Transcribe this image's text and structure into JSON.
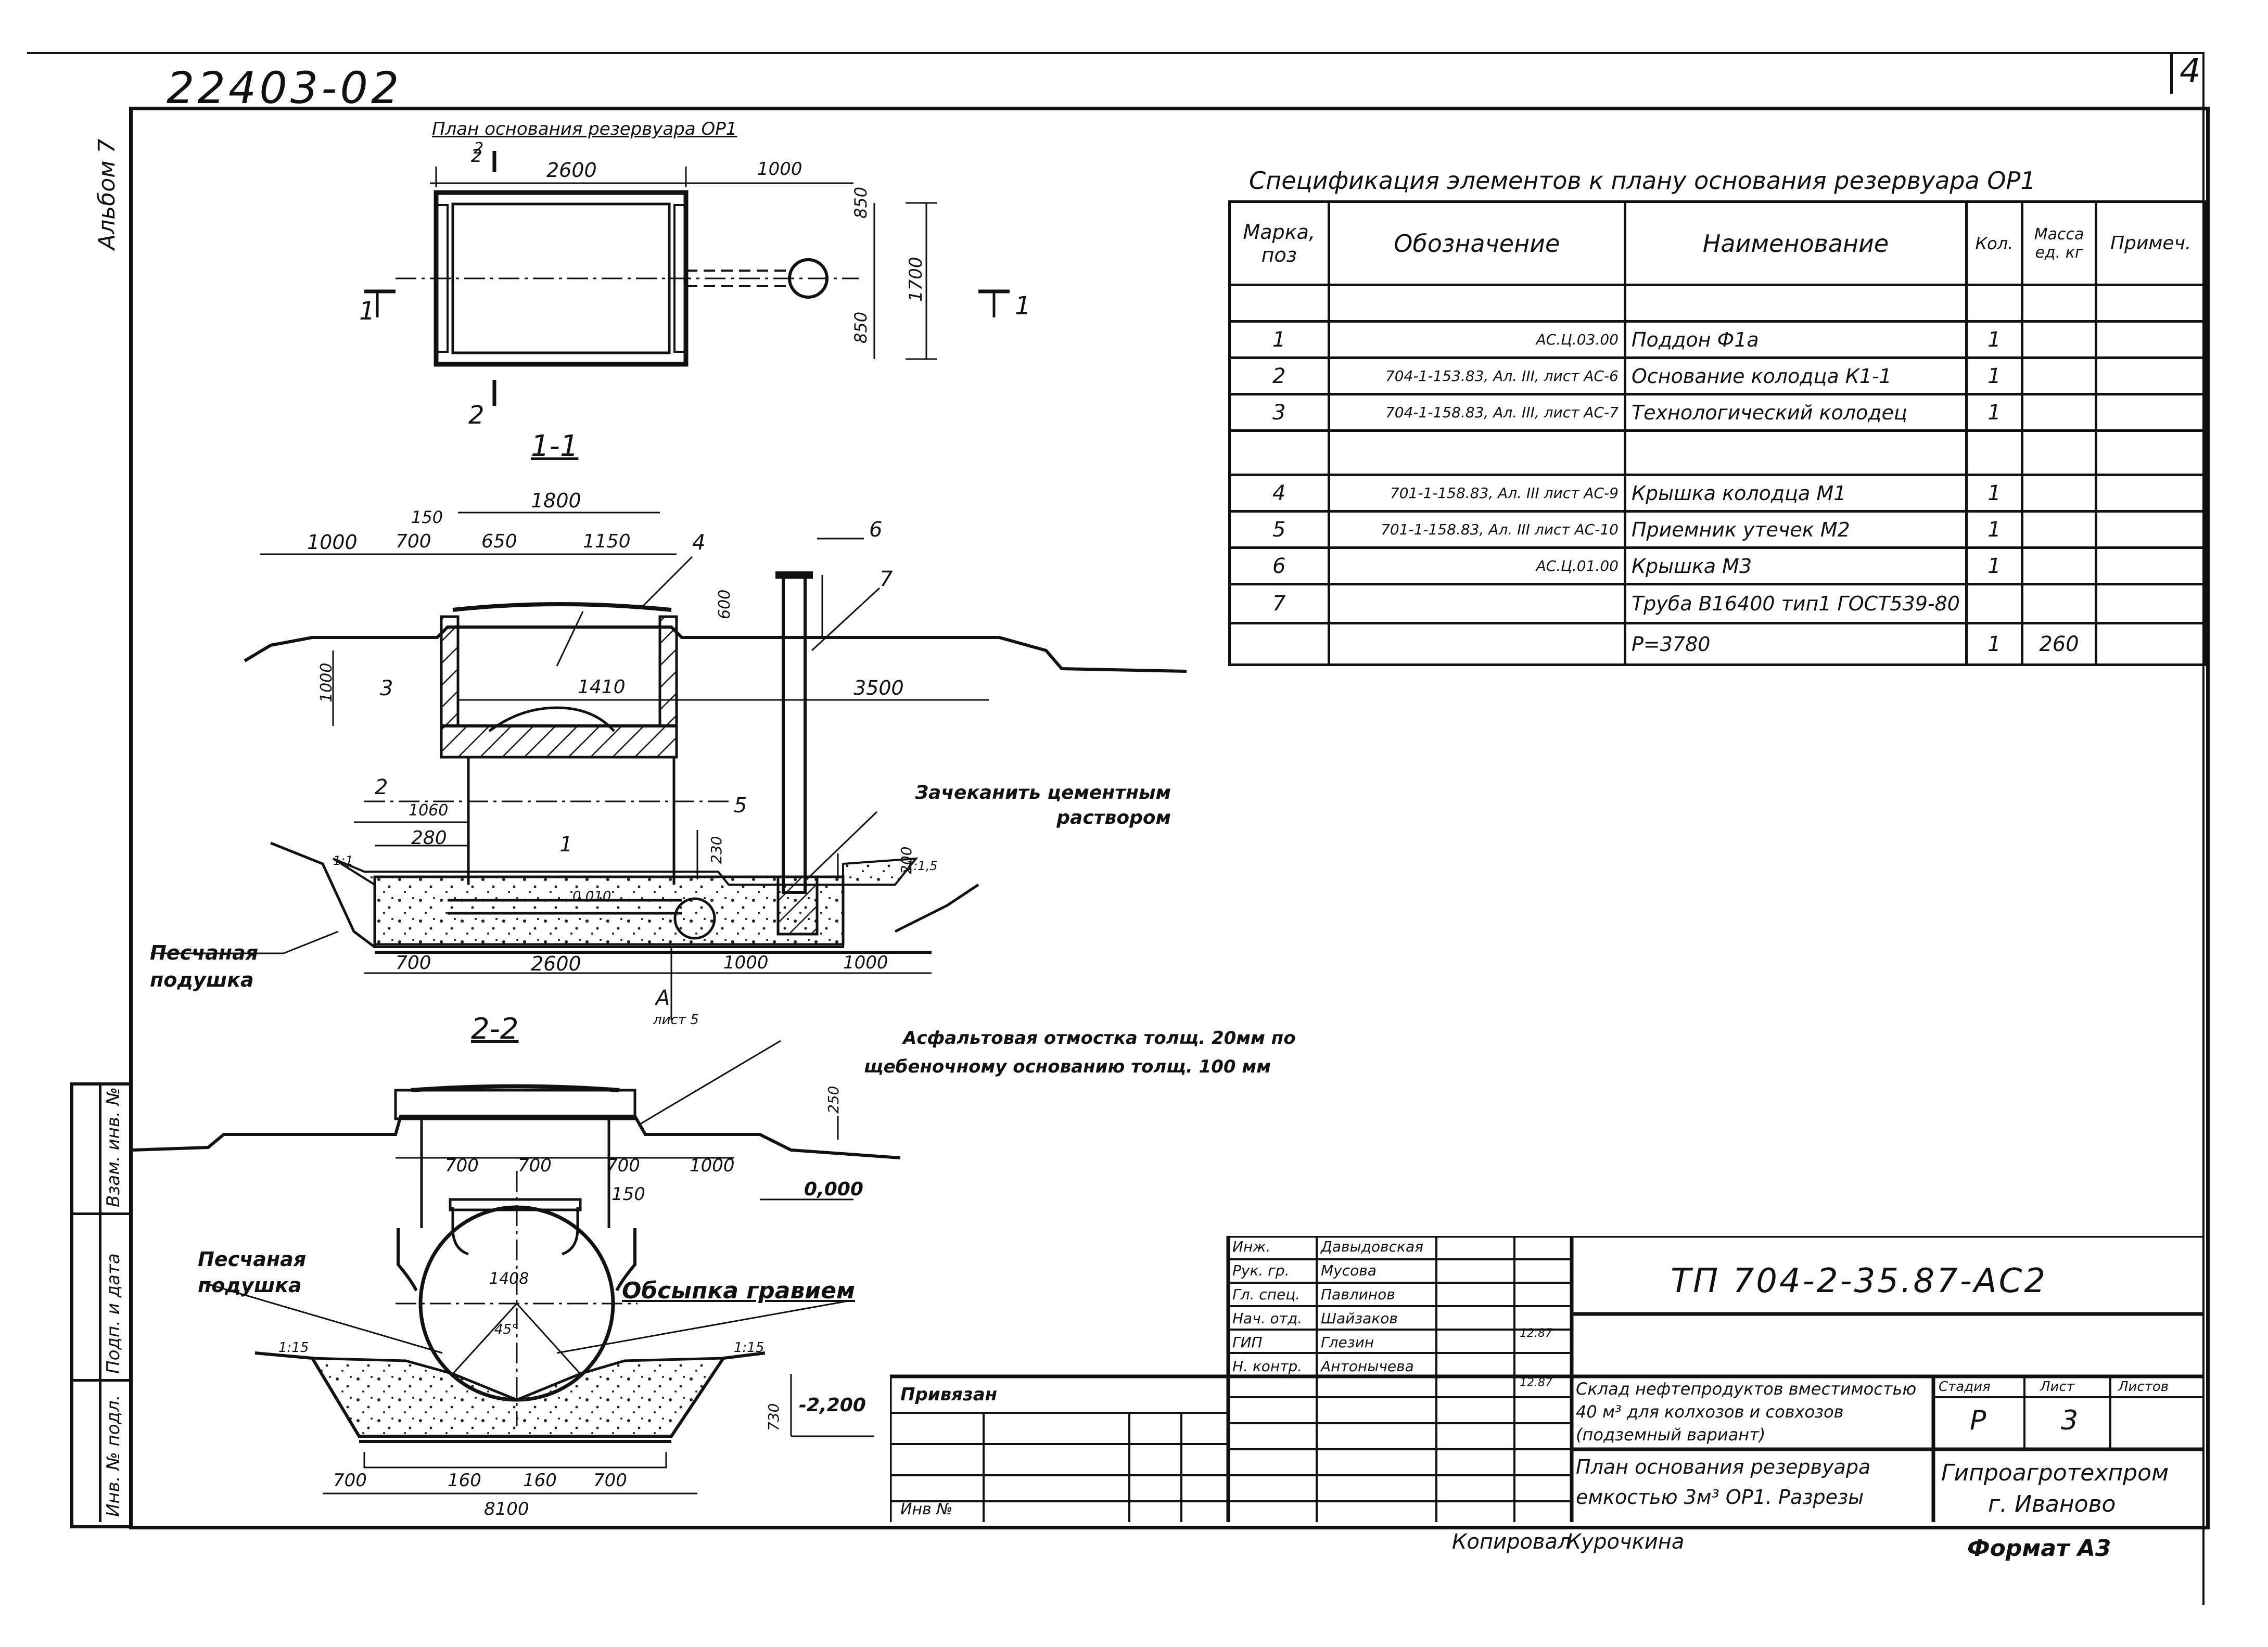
{
  "sheet": {
    "top_number": "22403-02",
    "page_corner": "4",
    "album_label": "Альбом 7"
  },
  "plan": {
    "title": "План основания резервуара ОР1",
    "dims": {
      "d2600": "2600",
      "d1000": "1000",
      "d850a": "850",
      "d850b": "850",
      "d1700": "1700",
      "mark2": "2"
    },
    "section_marks": {
      "left": "1",
      "right": "1",
      "top": "2",
      "bottom": "2"
    }
  },
  "section11": {
    "title": "1-1",
    "dims": {
      "d1800": "1800",
      "d150": "150",
      "d700": "700",
      "d1000": "1000",
      "d650": "650",
      "d1150": "1150",
      "d600": "600",
      "d1000v": "1000",
      "d1410": "1410",
      "d3500": "3500",
      "d1060": "1060",
      "d280": "280",
      "d230": "230",
      "d200": "200",
      "d700b": "700",
      "d2600": "2600",
      "d1000b": "1000",
      "d1000c": "1000",
      "slope_left": "1:1",
      "slope_right": "1:1,5",
      "level": "0.010"
    },
    "callouts": {
      "c1": "1",
      "c2": "2",
      "c3": "3",
      "c4": "4",
      "c5": "5",
      "c6": "6",
      "c7": "7"
    },
    "notes": {
      "cement": "Зачеканить цементным раствором",
      "sand": "Песчаная подушка",
      "node": "А",
      "node_sheet": "лист 5"
    }
  },
  "section22": {
    "title": "2-2",
    "dims": {
      "d700a": "700",
      "d700b": "700",
      "d700c": "700",
      "d1000": "1000",
      "d150": "150",
      "d250": "250",
      "d1408": "1408",
      "angle": "45°",
      "d730": "730",
      "d700d": "700",
      "d160a": "160",
      "d160b": "160",
      "d700e": "700",
      "d8100": "8100",
      "slope_l": "1:15",
      "slope_r": "1:15"
    },
    "levels": {
      "zero": "0,000",
      "bottom": "-2,200"
    },
    "notes": {
      "asphalt1": "Асфальтовая отмостка толщ. 20мм по",
      "asphalt2": "щебеночному основанию толщ. 100 мм",
      "sand": "Песчаная подушка",
      "gravel": "Обсыпка гравием"
    }
  },
  "spec": {
    "title": "Спецификация элементов к плану основания резервуара ОР1",
    "headers": [
      "Марка, поз",
      "Обозначение",
      "Наименование",
      "Кол.",
      "Масса ед. кг",
      "Примеч."
    ],
    "rows": [
      {
        "mark": "",
        "des": "",
        "name": "",
        "qty": "",
        "mass": "",
        "note": ""
      },
      {
        "mark": "1",
        "des": "АС.Ц.03.00",
        "name": "Поддон Ф1а",
        "qty": "1",
        "mass": "",
        "note": ""
      },
      {
        "mark": "2",
        "des": "704-1-153.83, Ал. III, лист АС-6",
        "name": "Основание колодца К1-1",
        "qty": "1",
        "mass": "",
        "note": ""
      },
      {
        "mark": "3",
        "des": "704-1-158.83, Ал. III, лист АС-7",
        "name": "Технологический колодец",
        "qty": "1",
        "mass": "",
        "note": ""
      },
      {
        "mark": "",
        "des": "",
        "name": "",
        "qty": "",
        "mass": "",
        "note": ""
      },
      {
        "mark": "4",
        "des": "701-1-158.83, Ал. III лист АС-9",
        "name": "Крышка колодца М1",
        "qty": "1",
        "mass": "",
        "note": ""
      },
      {
        "mark": "5",
        "des": "701-1-158.83, Ал. III лист АС-10",
        "name": "Приемник утечек М2",
        "qty": "1",
        "mass": "",
        "note": ""
      },
      {
        "mark": "6",
        "des": "АС.Ц.01.00",
        "name": "Крышка М3",
        "qty": "1",
        "mass": "",
        "note": ""
      },
      {
        "mark": "7",
        "des": "",
        "name": "Труба В16400 тип1 ГОСТ539-80",
        "qty": "",
        "mass": "",
        "note": ""
      },
      {
        "mark": "",
        "des": "",
        "name": "Р=3780",
        "qty": "1",
        "mass": "260",
        "note": ""
      }
    ]
  },
  "stamp": {
    "code": "ТП 704-2-35.87-АС2",
    "roles": [
      {
        "role": "Инж.",
        "name": "Давыдовская"
      },
      {
        "role": "Рук. гр.",
        "name": "Мусова"
      },
      {
        "role": "Гл. спец.",
        "name": "Павлинов"
      },
      {
        "role": "Нач. отд.",
        "name": "Шайзаков"
      },
      {
        "role": "ГИП",
        "name": "Глезин"
      },
      {
        "role": "Н. контр.",
        "name": "Антонычева"
      }
    ],
    "dates": {
      "d1": "12.87",
      "d2": "12.87"
    },
    "project_title": "Склад нефтепродуктов вместимостью 40 м³ для колхозов и совхозов (подземный вариант)",
    "sheet_title": "План основания резервуара емкостью 3м³ ОР1. Разрезы",
    "stage_label": "Стадия",
    "sheet_label": "Лист",
    "sheets_label": "Листов",
    "stage": "Р",
    "sheet_no": "3",
    "org": "Гипроагротехпром",
    "city": "г. Иваново",
    "bound_label": "Привязан",
    "inv_label": "Инв №"
  },
  "side_labels": {
    "inv": "Инв. № подл.",
    "sign": "Подп. и дата",
    "repl": "Взам. инв. №"
  },
  "footer": {
    "copied": "Копировал",
    "copier": "Курочкина",
    "format": "Формат А3"
  }
}
